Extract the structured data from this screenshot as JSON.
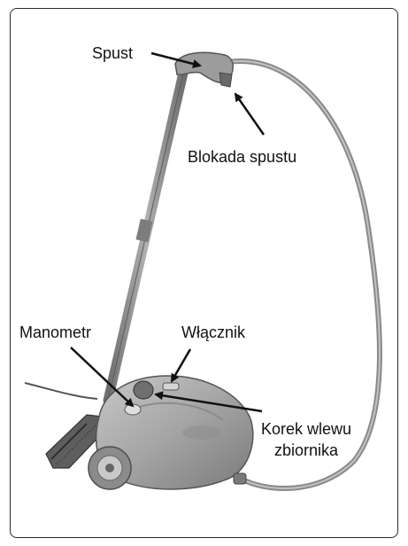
{
  "labels": {
    "trigger": "Spust",
    "trigger_lock": "Blokada spustu",
    "pressure_gauge": "Manometr",
    "power_switch": "Włącznik",
    "tank_cap_line1": "Korek wlewu",
    "tank_cap_line2": "zbiornika"
  },
  "colors": {
    "device_body": "#a9a9a9",
    "device_dark": "#6a6a6a",
    "hose": "#8a8a8a",
    "frame": "#2a2a2a",
    "arrow": "#111111"
  }
}
